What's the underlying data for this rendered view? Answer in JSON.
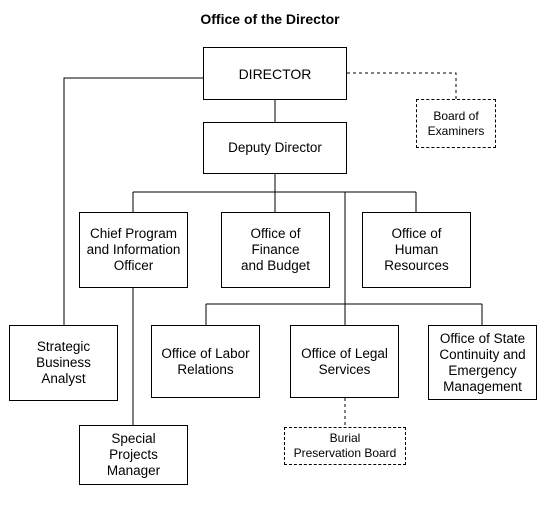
{
  "title": "Office of the Director",
  "nodes": {
    "director": "DIRECTOR",
    "board_of_examiners": "Board of\nExaminers",
    "deputy_director": "Deputy Director",
    "chief_program_officer": "Chief Program\nand Information\nOfficer",
    "finance_budget": "Office of\nFinance\nand Budget",
    "human_resources": "Office of\nHuman\nResources",
    "strategic_business_analyst": "Strategic\nBusiness\nAnalyst",
    "labor_relations": "Office of Labor\nRelations",
    "legal_services": "Office of Legal\nServices",
    "state_continuity": "Office of State\nContinuity and\nEmergency\nManagement",
    "special_projects_manager": "Special\nProjects\nManager",
    "burial_preservation_board": "Burial\nPreservation Board"
  }
}
